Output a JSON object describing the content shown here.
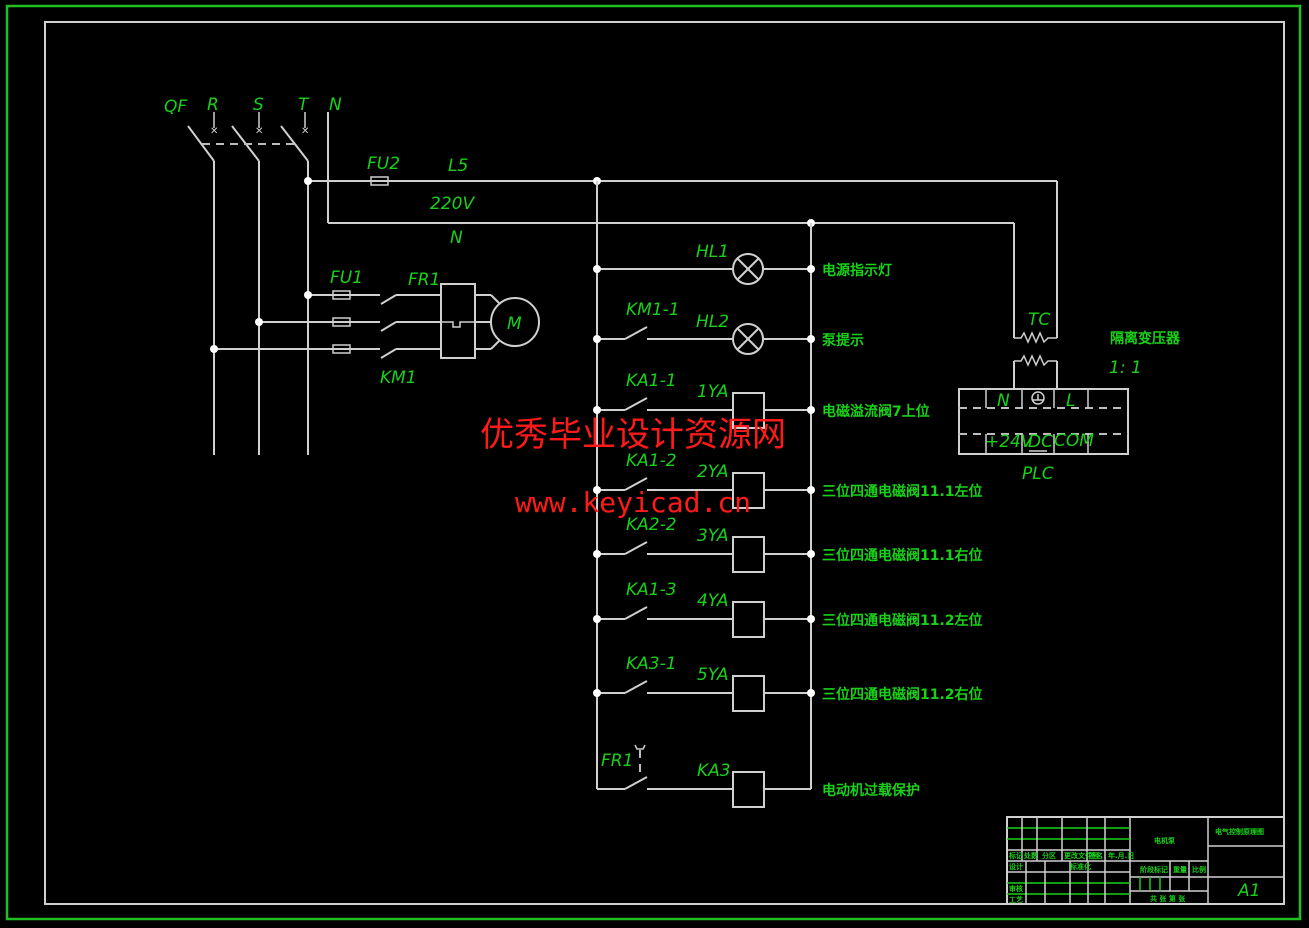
{
  "drawing": {
    "title": "电气控制原理图",
    "sheet_size": "A1",
    "border_color": "#1fbf1f",
    "wire_color": "#d0d0d0",
    "label_color": "#19d119"
  },
  "power": {
    "breaker": "QF",
    "phases": [
      "R",
      "S",
      "T",
      "N"
    ],
    "fuse_main": "FU2",
    "line_label": "L5",
    "voltage": "220V",
    "neutral_label": "N",
    "fuse_motor": "FU1",
    "thermal_relay": "FR1",
    "contactor": "KM1",
    "motor": "M"
  },
  "rungs": [
    {
      "contact": "",
      "device": "HL1",
      "type": "lamp",
      "desc": "电源指示灯"
    },
    {
      "contact": "KM1-1",
      "device": "HL2",
      "type": "lamp",
      "desc": "泵提示"
    },
    {
      "contact": "KA1-1",
      "device": "1YA",
      "type": "coil",
      "desc": "电磁溢流阀7上位"
    },
    {
      "contact": "KA1-2",
      "device": "2YA",
      "type": "coil",
      "desc": "三位四通电磁阀11.1左位"
    },
    {
      "contact": "KA2-2",
      "device": "3YA",
      "type": "coil",
      "desc": "三位四通电磁阀11.1右位"
    },
    {
      "contact": "KA1-3",
      "device": "4YA",
      "type": "coil",
      "desc": "三位四通电磁阀11.2左位"
    },
    {
      "contact": "KA3-1",
      "device": "5YA",
      "type": "coil",
      "desc": "三位四通电磁阀11.2右位"
    },
    {
      "contact": "FR1",
      "device": "KA3",
      "type": "coil",
      "desc": "电动机过载保护"
    }
  ],
  "transformer": {
    "label": "TC",
    "name": "隔离变压器",
    "ratio": "1: 1"
  },
  "plc": {
    "label": "PLC",
    "terminals_top": [
      "N",
      "⏚",
      "L"
    ],
    "terminals_bottom": [
      "+24V",
      "DC",
      "COM"
    ]
  },
  "title_block": {
    "row_headers": [
      "标记",
      "处数",
      "分区",
      "更改文件号",
      "签名",
      "年.月.日"
    ],
    "design": "设计",
    "standardization": "标准化",
    "review": "审核",
    "process": "工艺",
    "material": "电机泵",
    "stage_mark": "阶段标记",
    "weight": "重量",
    "scale": "比例",
    "sheets": "共 张 第 张",
    "drawing_name": "电气控制原理图",
    "sheet_code": "A1"
  },
  "watermark": {
    "line1": "优秀毕业设计资源网",
    "line2": "www.keyicad.cn"
  }
}
